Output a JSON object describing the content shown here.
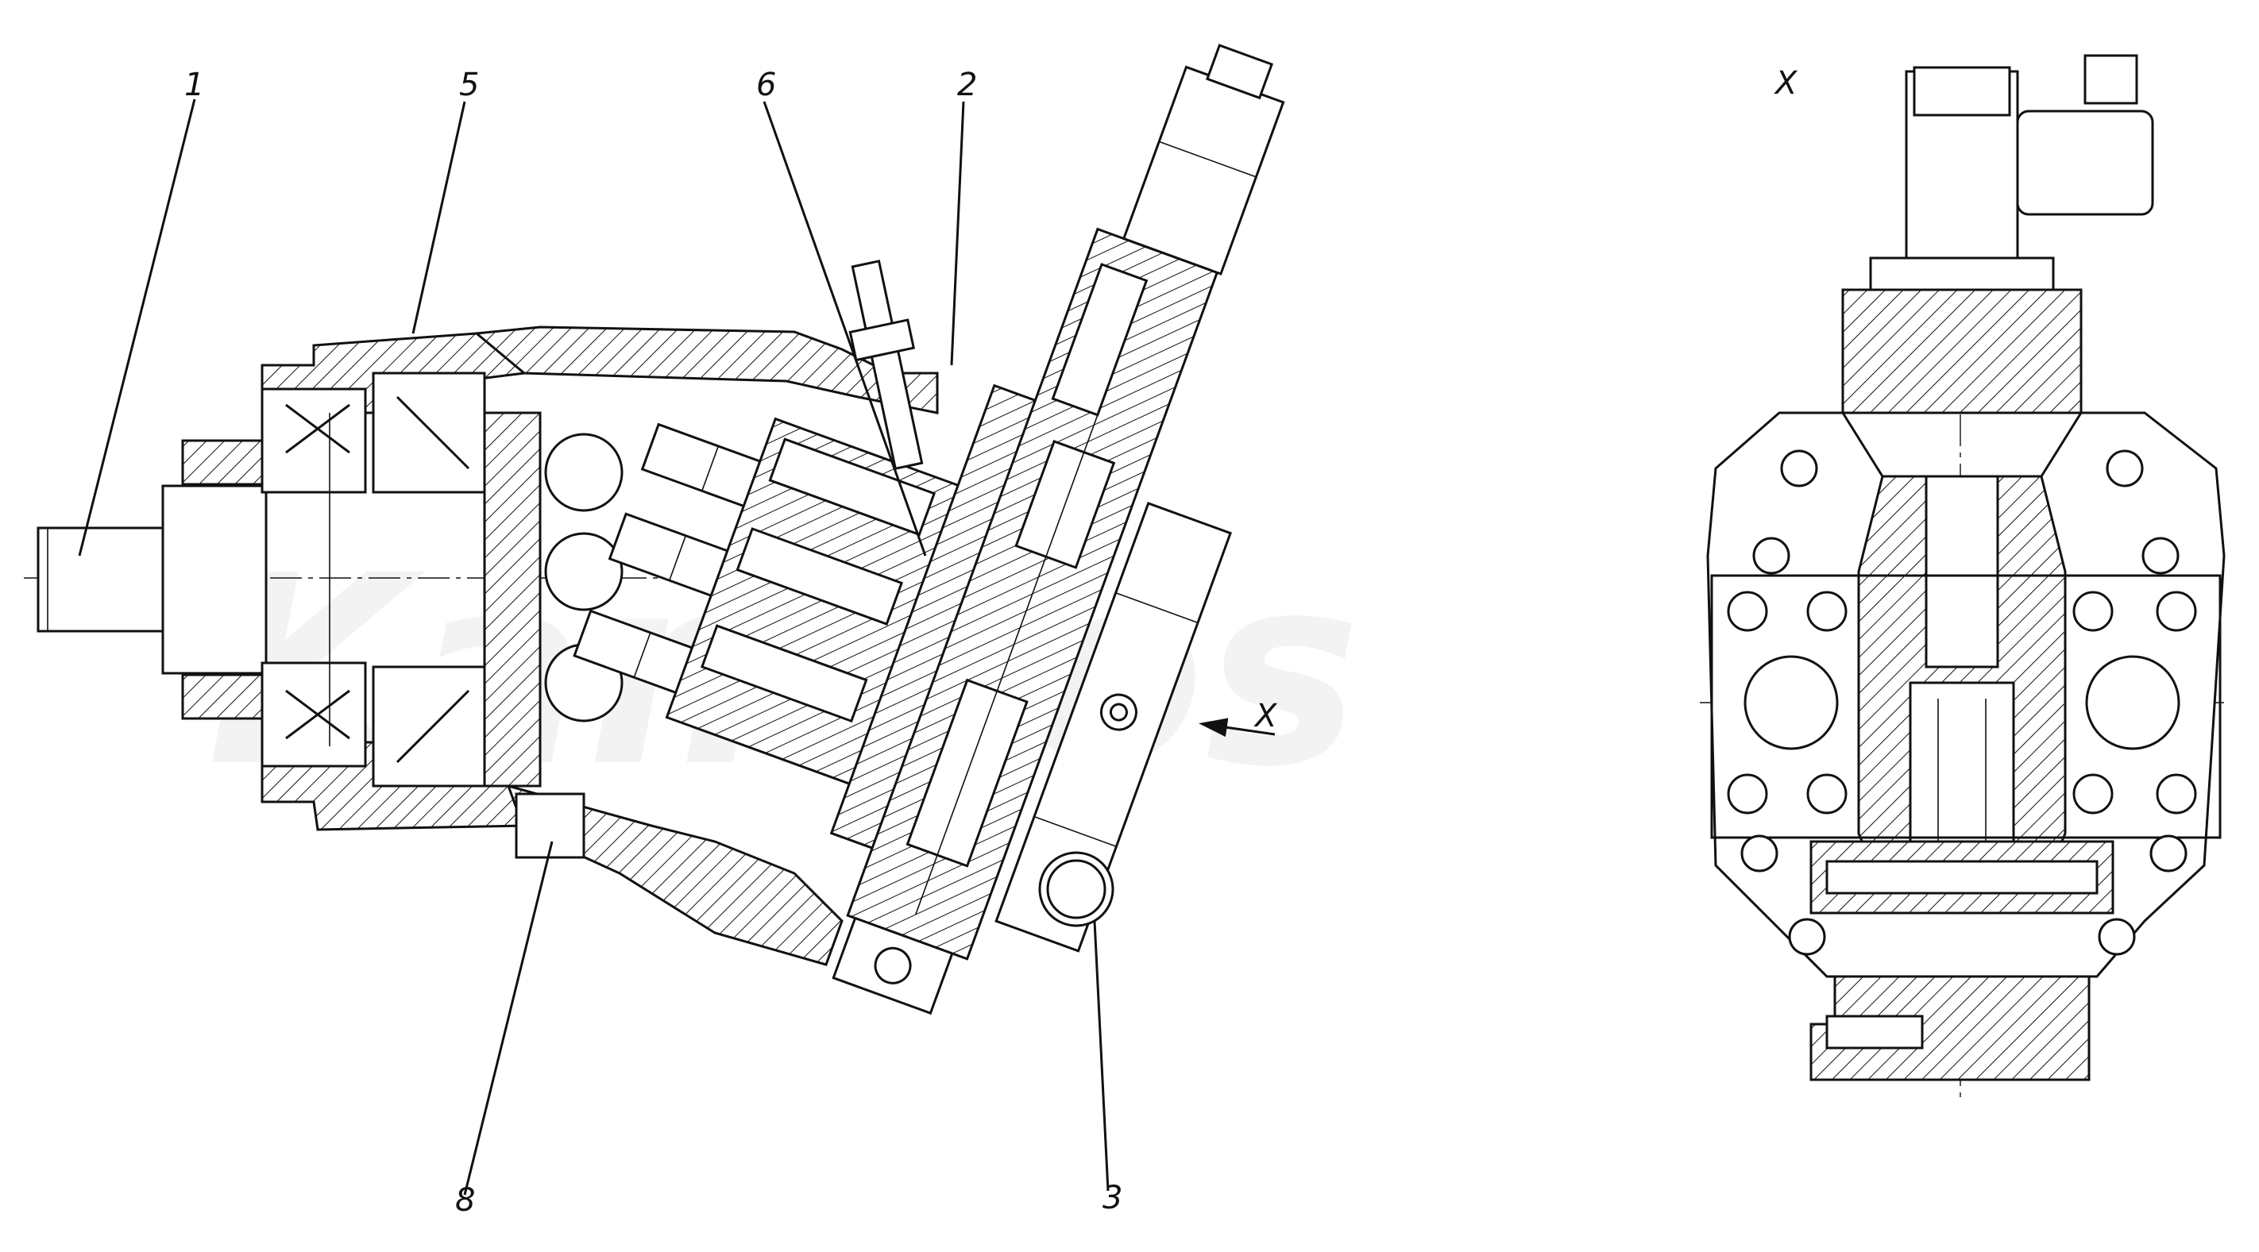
{
  "figure": {
    "watermark": "Kamkos",
    "callouts": [
      {
        "id": "1",
        "text": "1"
      },
      {
        "id": "5",
        "text": "5"
      },
      {
        "id": "6",
        "text": "6"
      },
      {
        "id": "2",
        "text": "2"
      },
      {
        "id": "8",
        "text": "8"
      },
      {
        "id": "3",
        "text": "3"
      }
    ],
    "view_arrow_label": "X",
    "view_title": "X"
  }
}
